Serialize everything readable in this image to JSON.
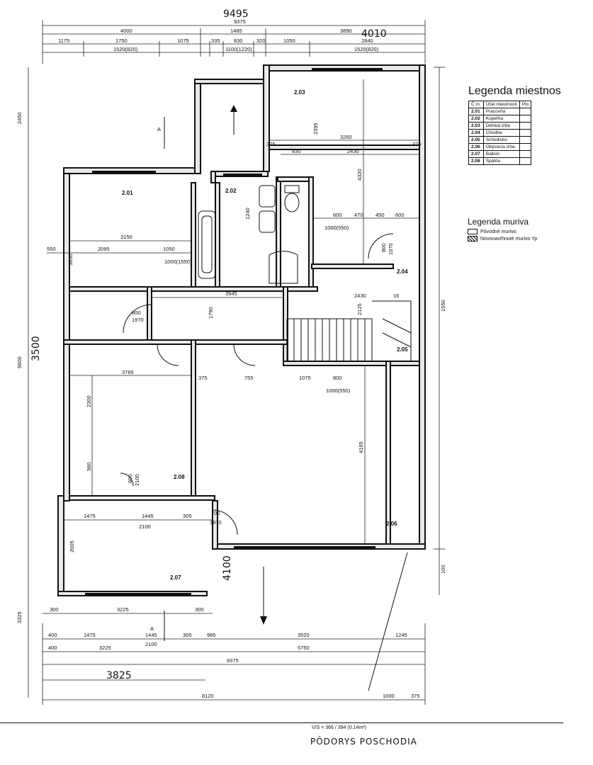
{
  "handwritten": {
    "top_total": "9495",
    "top_right": "4010",
    "left_side": "3500",
    "bottom_width": "3825",
    "balcony_dim": "4100"
  },
  "top_dims": {
    "overall": "9375",
    "row2": [
      "4000",
      "1485",
      "3890"
    ],
    "row3": [
      "1175",
      "1750",
      "1075",
      "335",
      "830",
      "320",
      "1050",
      "2840"
    ],
    "row4": [
      "1520(820)",
      "1100(1220)",
      "1520(820)"
    ]
  },
  "bottom_dims": {
    "row1": [
      "300",
      "3225",
      "300"
    ],
    "row2": [
      "400",
      "1475",
      "1445",
      "305",
      "985",
      "3520",
      "1245"
    ],
    "row3": [
      "400",
      "3225",
      "2100",
      "5750"
    ],
    "overall": "9375",
    "overall2": "8120",
    "small": [
      "1000",
      "375"
    ]
  },
  "left_dims": [
    "2450",
    "3500",
    "3325",
    "9600"
  ],
  "right_dims": [
    "1550",
    "100"
  ],
  "section_marks": [
    "A",
    "A"
  ],
  "rooms": [
    {
      "id": "2.01"
    },
    {
      "id": "2.02"
    },
    {
      "id": "2.03"
    },
    {
      "id": "2.04"
    },
    {
      "id": "2.05"
    },
    {
      "id": "2.06"
    },
    {
      "id": "2.07"
    },
    {
      "id": "2.08"
    }
  ],
  "inner_dims": {
    "r201": [
      "3150",
      "2095",
      "1050",
      "550",
      "3650",
      "1000(1550)",
      "1970"
    ],
    "r202": [
      "1240",
      "2100"
    ],
    "r203": [
      "3260",
      "375",
      "830",
      "2430",
      "4320",
      "2395",
      "375"
    ],
    "r204": [
      "600",
      "470",
      "450",
      "600",
      "1000(550)",
      "800",
      "1970",
      "2430",
      "16"
    ],
    "hall": [
      "3945",
      "1790",
      "800",
      "1970",
      "2125"
    ],
    "r209": [
      "3765",
      "375",
      "2300",
      "960",
      "600",
      "2100"
    ],
    "r206": [
      "4165",
      "755",
      "1075",
      "800",
      "1000(550)"
    ],
    "r207": [
      "1475",
      "1445",
      "2100",
      "305",
      "2005",
      "700",
      "1970"
    ]
  },
  "legend_rooms": {
    "title": "Legenda miestnos",
    "headers": [
      "Č.m.",
      "Účel miestnosti",
      "Plo"
    ],
    "rows": [
      {
        "num": "2.01",
        "name": "Pracovňa",
        "area": ""
      },
      {
        "num": "2.02",
        "name": "Kúpeľňa",
        "area": ""
      },
      {
        "num": "2.03",
        "name": "Detská izba",
        "area": ""
      },
      {
        "num": "2.04",
        "name": "Chodba",
        "area": ""
      },
      {
        "num": "2.05",
        "name": "Schodisko",
        "area": ""
      },
      {
        "num": "2.06",
        "name": "Obývacia izba",
        "area": ""
      },
      {
        "num": "2.07",
        "name": "Balkón",
        "area": ""
      },
      {
        "num": "2.08",
        "name": "Spálňa",
        "area": ""
      }
    ]
  },
  "legend_walls": {
    "title": "Legenda muriva",
    "original": "Pôvodné murivo",
    "new": "Novonavrhnuté murivo Yp"
  },
  "footer": {
    "area_note": "V/S = 366 / 394 (0.14m²)",
    "sheet_title": "PÔDORYS POSCHODIA"
  }
}
